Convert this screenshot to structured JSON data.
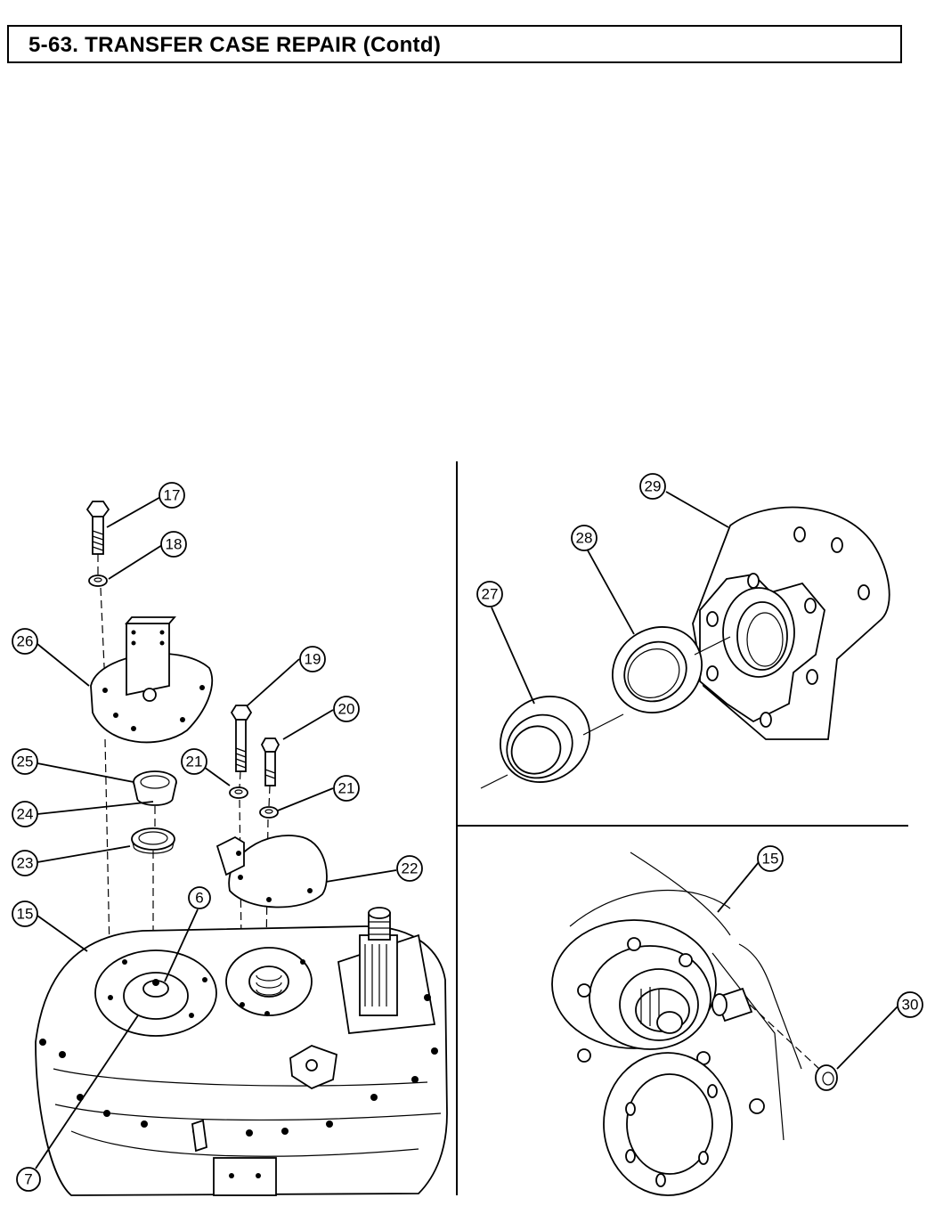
{
  "header": {
    "title": "5-63.  TRANSFER CASE REPAIR (Contd)"
  },
  "callouts": {
    "c17": "17",
    "c18": "18",
    "c26": "26",
    "c19": "19",
    "c20": "20",
    "c25": "25",
    "c21a": "21",
    "c21b": "21",
    "c24": "24",
    "c23": "23",
    "c22": "22",
    "c15a": "15",
    "c6": "6",
    "c7": "7",
    "c29": "29",
    "c28": "28",
    "c27": "27",
    "c15b": "15",
    "c30": "30"
  }
}
